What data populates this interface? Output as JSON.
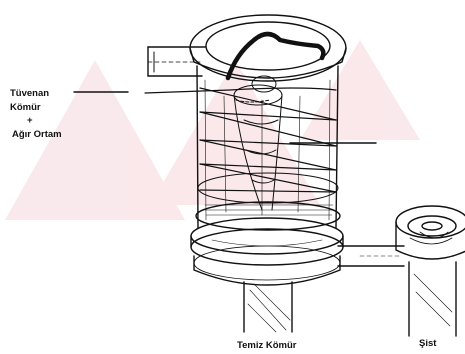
{
  "labels": {
    "feed_line1": "Tüvenan",
    "feed_line2": "Kömür",
    "feed_plus": "+",
    "feed_line3": "Ağır Ortam",
    "clean_coal": "Temiz Kömür",
    "shale": "Şist"
  },
  "colors": {
    "ink": "#111111",
    "watermark": "#f6d7dc",
    "background": "#ffffff"
  }
}
